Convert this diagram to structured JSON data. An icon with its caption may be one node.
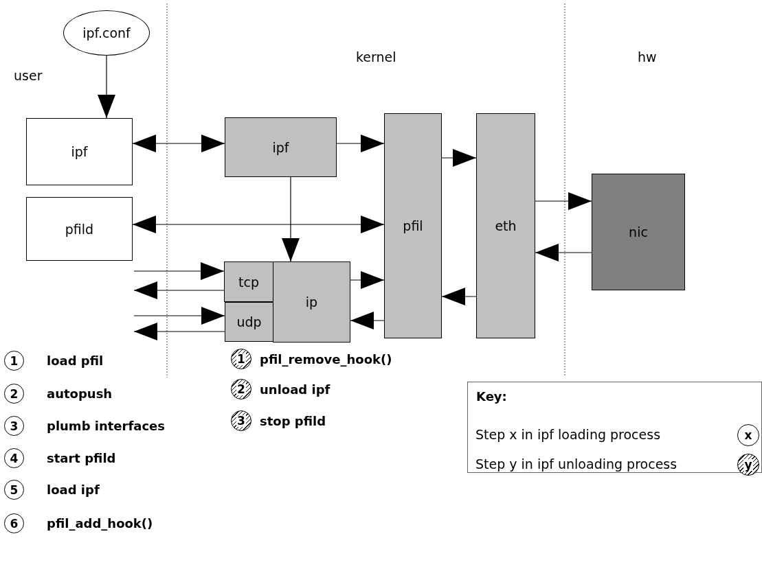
{
  "diagram": {
    "nodes": [
      {
        "text": [
          "ipf.conf"
        ]
      },
      {
        "text": [
          "ipf"
        ]
      },
      {
        "text": [
          "pfild"
        ]
      },
      {
        "text": [
          "ipf"
        ]
      },
      {
        "text": [
          "pfil"
        ]
      },
      {
        "text": [
          "eth"
        ]
      },
      {
        "text": [
          "nic"
        ]
      },
      {
        "text": [
          "tcp"
        ]
      },
      {
        "text": [
          "udp"
        ]
      },
      {
        "text": [
          "ip"
        ]
      },
      {
        "text": [
          "1"
        ],
        "beside": [
          "load pfil"
        ]
      },
      {
        "text": [
          "2"
        ],
        "beside": [
          "autopush"
        ]
      },
      {
        "text": [
          "3"
        ],
        "beside": [
          "plumb interfaces"
        ]
      },
      {
        "text": [
          "4"
        ],
        "beside": [
          "start pfild"
        ]
      },
      {
        "text": [
          "5"
        ],
        "beside": [
          "load ipf"
        ]
      },
      {
        "text": [
          "6"
        ],
        "beside": [
          "pfil_add_hook()"
        ]
      },
      {
        "text": [
          "1"
        ],
        "beside": [
          "pfil_remove_hook()"
        ]
      },
      {
        "text": [
          "2"
        ],
        "beside": [
          "unload ipf"
        ]
      },
      {
        "text": [
          "3"
        ],
        "beside": [
          "stop pfild"
        ]
      },
      {
        "text": [
          "Key:"
        ]
      },
      {
        "text": [
          "x"
        ],
        "in": 19
      },
      {
        "text": [
          "y"
        ],
        "in": 19
      }
    ],
    "edges": [
      {
        "from": 0,
        "to": 1,
        "arrow": "to"
      },
      {
        "from": 1,
        "to": 3,
        "arrow": "both"
      },
      {
        "from": 3,
        "to": 4,
        "arrow": "to"
      },
      {
        "from": 4,
        "to": 5,
        "arrow": "to"
      },
      {
        "from": 5,
        "to": 6,
        "arrow": "to"
      },
      {
        "from": 6,
        "to": 5,
        "arrow": "to"
      },
      {
        "from": 2,
        "to": 4,
        "arrow": "both"
      },
      {
        "from": 3,
        "to": 9,
        "arrow": "to"
      },
      {
        "from": 9,
        "to": 4,
        "arrow": "to"
      },
      {
        "from": 5,
        "to": 4,
        "arrow": "to"
      },
      {
        "from": 4,
        "to": 9,
        "arrow": "to"
      },
      {
        "from": null,
        "to": 7,
        "arrow": "to"
      },
      {
        "from": 7,
        "to": null,
        "arrow": "to"
      },
      {
        "from": null,
        "to": 8,
        "arrow": "to"
      },
      {
        "from": 8,
        "to": null,
        "arrow": "to"
      }
    ],
    "labels": [
      "kernel",
      "hw",
      "user",
      "Step x in ipf loading process",
      "Step y in ipf unloading process"
    ]
  }
}
